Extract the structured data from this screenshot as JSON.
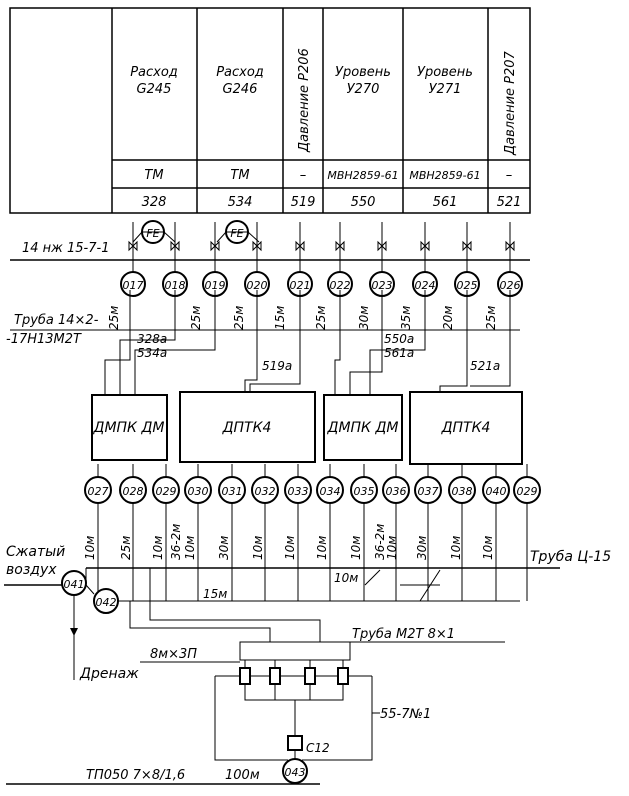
{
  "table": {
    "columns": [
      {
        "name": "Расход",
        "code": "G245",
        "device": "ТМ",
        "number": "328"
      },
      {
        "name": "Расход",
        "code": "G246",
        "device": "ТМ",
        "number": "534"
      },
      {
        "name": "Давление Р206",
        "code": "",
        "device": "–",
        "number": "519"
      },
      {
        "name": "Уровень",
        "code": "У270",
        "device": "МВН2859-61",
        "number": "550"
      },
      {
        "name": "Уровень",
        "code": "У271",
        "device": "МВН2859-61",
        "number": "561"
      },
      {
        "name": "Давление Р207",
        "code": "",
        "device": "–",
        "number": "521"
      }
    ]
  },
  "fe_label": "FE",
  "top_line_label": "14 нж 15-7-1",
  "pipe_label": "Труба 14×2-",
  "pipe_label2": "-17Н13М2Т",
  "row1": [
    "017",
    "018",
    "019",
    "020",
    "021",
    "022",
    "023",
    "024",
    "025",
    "026"
  ],
  "row1_lengths": [
    "25м",
    "25м",
    "25м",
    "15м",
    "25м",
    "30м",
    "35м",
    "20м",
    "25м"
  ],
  "taps": [
    "328а",
    "534а",
    "519а",
    "550а",
    "561а",
    "521а"
  ],
  "blocks": [
    "ДМПК ДМ",
    "ДПТК4",
    "ДМПК ДМ",
    "ДПТК4"
  ],
  "row2": [
    "027",
    "028",
    "029",
    "030",
    "031",
    "032",
    "033",
    "034",
    "035",
    "036",
    "037",
    "038",
    "040",
    "029"
  ],
  "row2_lengths": [
    "10м",
    "25м",
    "10м",
    "36-2м",
    "10м",
    "30м",
    "10м",
    "10м",
    "10м",
    "10м",
    "36-2м",
    "10м",
    "30м",
    "10м",
    "10м"
  ],
  "air_label1": "Сжатый",
  "air_label2": "воздух",
  "pipe_c15": "Труба Ц-15",
  "node041": "041",
  "node042": "042",
  "len_10m": "10м",
  "len_15m": "15м",
  "pipe_m2t": "Труба М2Т 8×1",
  "len_8m": "8м×3П",
  "drain": "Дренаж",
  "ref55": "55-7№1",
  "c12": "С12",
  "node043": "043",
  "bottom_label": "ТП050  7×8/1,6",
  "bottom_len": "100м"
}
